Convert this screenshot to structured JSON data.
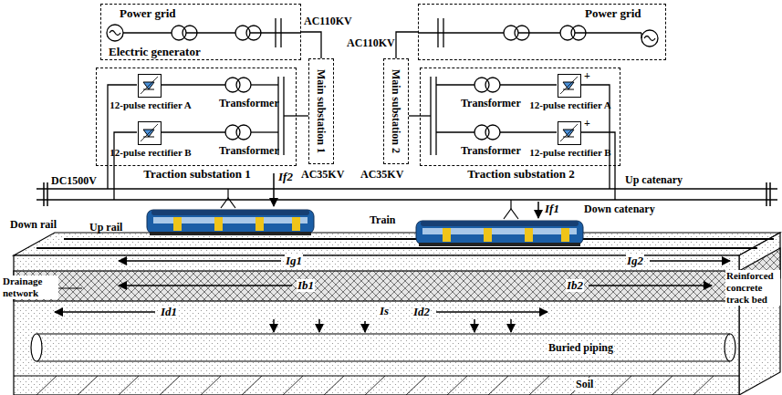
{
  "diagram": {
    "nodes": [
      {
        "text": [
          "Power grid",
          "Electric generator"
        ]
      },
      {
        "text": [
          "Main substation 1"
        ]
      },
      {
        "text": [
          "Traction substation 1"
        ]
      },
      {
        "text": [
          "12-pulse rectifier A"
        ],
        "in": 2
      },
      {
        "text": [
          "12-pulse rectifier B"
        ],
        "in": 2
      },
      {
        "text": [
          "Power grid"
        ]
      },
      {
        "text": [
          "Main substation 2"
        ]
      },
      {
        "text": [
          "Traction substation 2"
        ]
      },
      {
        "text": [
          "12-pulse rectifier A"
        ],
        "in": 7
      },
      {
        "text": [
          "12-pulse rectifier B"
        ],
        "in": 7
      }
    ],
    "edges": [
      {
        "from": 0,
        "to": 1,
        "arrow": "none"
      },
      {
        "from": 1,
        "to": 2,
        "arrow": "none"
      },
      {
        "from": 5,
        "to": 6,
        "arrow": "none"
      },
      {
        "from": 6,
        "to": 7,
        "arrow": "none"
      }
    ],
    "labels": [
      "AC110KV",
      "AC110KV",
      "Transformer",
      "Transformer",
      "Transformer",
      "Transformer",
      "+",
      "+",
      "AC35KV",
      "AC35KV",
      "DC1500V",
      "If2",
      "Up catenary",
      "Down catenary",
      "If1",
      "Train",
      "Up rail",
      "Down rail",
      "Ig1",
      "Ig2",
      "Drainage network",
      "Ib1",
      "Ib2",
      "Reinforced concrete track bed",
      "Id1",
      "Is",
      "Id2",
      "Buried piping",
      "Soil"
    ]
  }
}
